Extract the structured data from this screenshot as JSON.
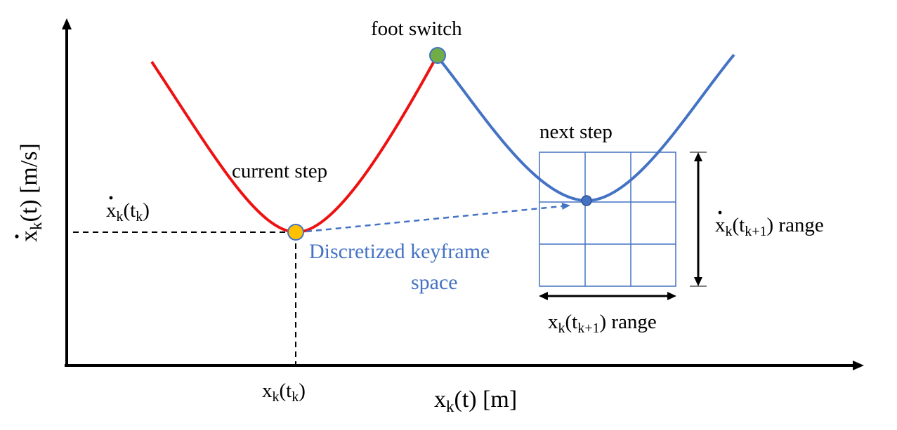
{
  "labels": {
    "foot_switch": "foot switch",
    "current_step": "current step",
    "next_step": "next step",
    "keyframe_line1": "Discretized keyframe",
    "keyframe_line2": "space",
    "x_axis_var": "x",
    "x_axis_sub": "k",
    "x_axis_rest": "(t) [m]",
    "y_axis_var": "x",
    "y_axis_sub": "k",
    "y_axis_rest": "(t) [m/s]",
    "xk_tk_var": "x",
    "xk_tk_sub": "k",
    "xk_tk_t": "(t",
    "xk_tk_tsub": "k",
    "xk_tk_close": ")",
    "xdot_tk_var": "x",
    "xdot_tk_sub": "k",
    "xdot_tk_t": "(t",
    "xdot_tk_tsub": "k",
    "xdot_tk_close": ")",
    "x_range_var": "x",
    "x_range_sub": "k",
    "x_range_t": "(t",
    "x_range_tsub": "k+1",
    "x_range_close": ") range",
    "xdot_range_var": "x",
    "xdot_range_sub": "k",
    "xdot_range_t": "(t",
    "xdot_range_tsub": "k+1",
    "xdot_range_close": ") range"
  },
  "colors": {
    "current_curve": "#ee1111",
    "next_curve": "#4472c4",
    "current_point": "#ffc000",
    "switch_point": "#70ad47",
    "next_point": "#4472c4",
    "grid": "#4472c4",
    "axis": "#000000"
  }
}
